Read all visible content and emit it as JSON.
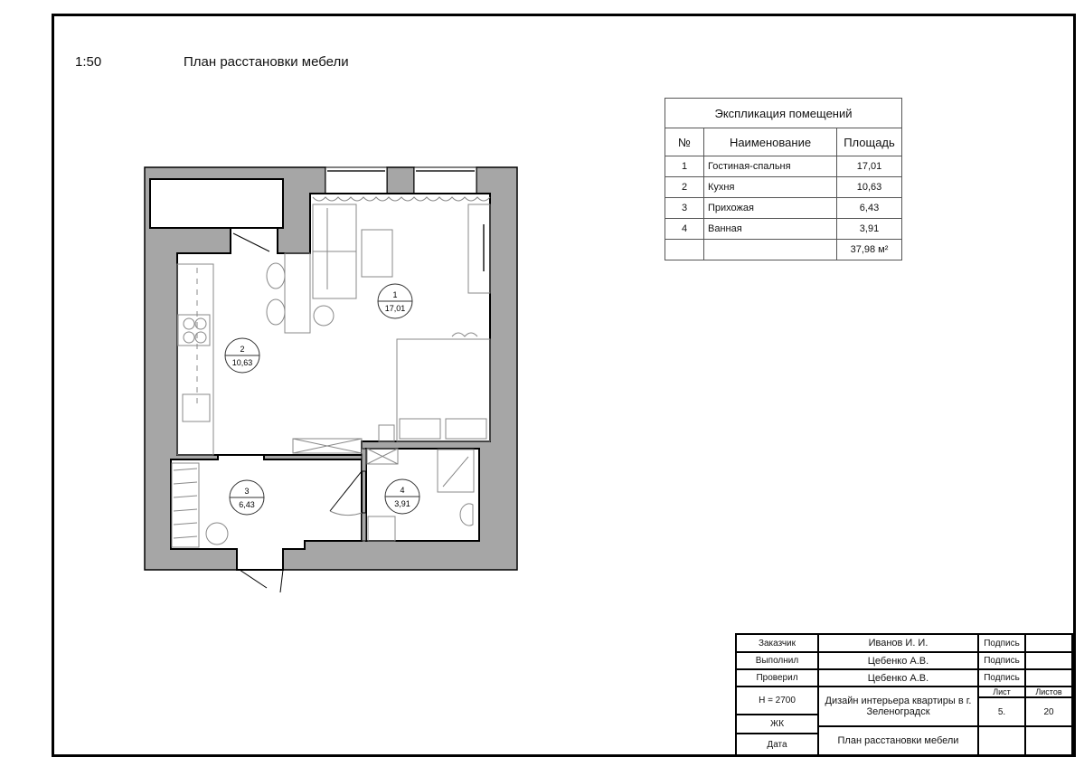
{
  "header": {
    "scale": "1:50",
    "title": "План расстановки мебели"
  },
  "explication": {
    "title": "Экспликация помещений",
    "columns": [
      "№",
      "Наименование",
      "Площадь"
    ],
    "rows": [
      {
        "n": "1",
        "name": "Гостиная-спальня",
        "area": "17,01"
      },
      {
        "n": "2",
        "name": "Кухня",
        "area": "10,63"
      },
      {
        "n": "3",
        "name": "Прихожая",
        "area": "6,43"
      },
      {
        "n": "4",
        "name": "Ванная",
        "area": "3,91"
      }
    ],
    "total": "37,98 м²"
  },
  "rooms": [
    {
      "n": "1",
      "area": "17,01"
    },
    {
      "n": "2",
      "area": "10,63"
    },
    {
      "n": "3",
      "area": "6,43"
    },
    {
      "n": "4",
      "area": "3,91"
    }
  ],
  "stamp": {
    "customer_label": "Заказчик",
    "customer": "Иванов И. И.",
    "performer_label": "Выполнил",
    "performer": "Цебенко А.В.",
    "checker_label": "Проверил",
    "checker": "Цебенко А.В.",
    "signature": "Подпись",
    "height": "H = 2700",
    "complex": "ЖК",
    "date_label": "Дата",
    "project": "Дизайн интерьера квартиры в г. Зеленоградск",
    "sheet_title": "План расстановки мебели",
    "sheet_label": "Лист",
    "sheets_label": "Листов",
    "sheet": "5.",
    "sheets": "20"
  },
  "colors": {
    "wall": "#a6a6a6",
    "line": "#000000",
    "furniture": "#888888"
  }
}
